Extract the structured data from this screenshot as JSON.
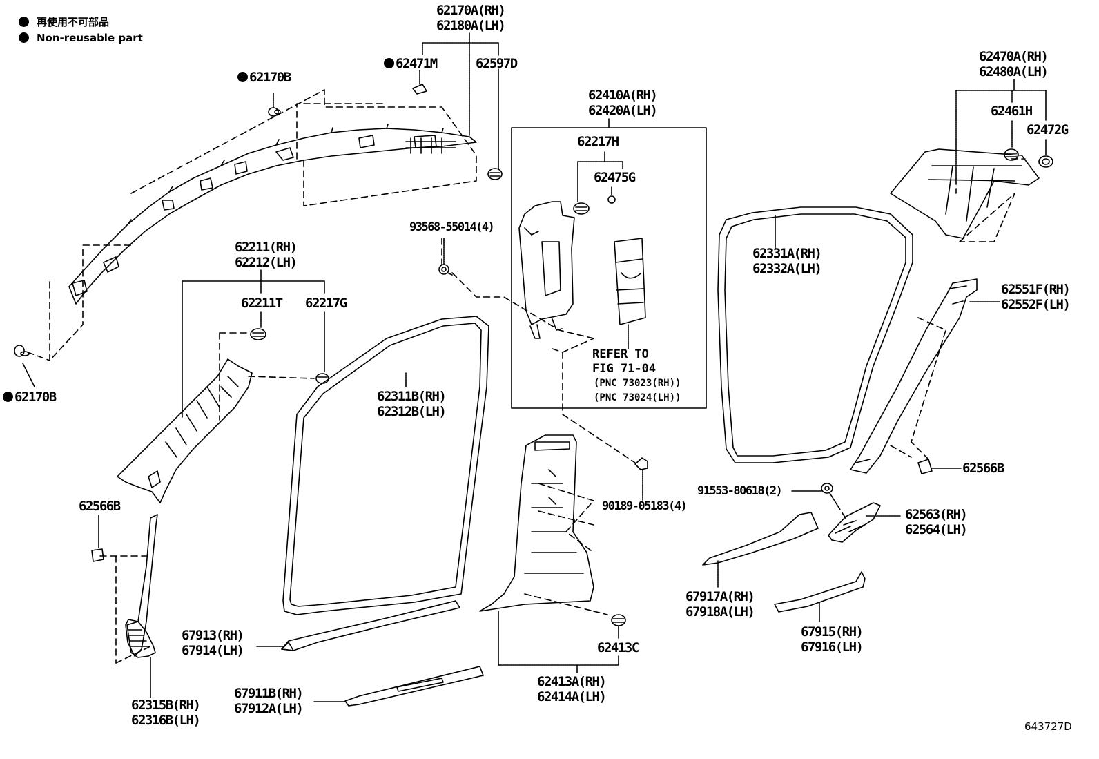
{
  "legend": {
    "items": [
      {
        "symbol": "filled-circle",
        "text": "再使用不可部品"
      },
      {
        "symbol": "filled-circle",
        "text": "Non-reusable part"
      }
    ]
  },
  "figure_number": "643727D",
  "reference_note": {
    "line1": "REFER TO",
    "line2": "FIG 71-04",
    "line3": "(PNC 73023(RH))",
    "line4": "(PNC 73024(LH))"
  },
  "parts": {
    "p62170A": {
      "lines": [
        "62170A(RH)",
        "62180A(LH)"
      ],
      "non_reusable": false
    },
    "p62471M": {
      "lines": [
        "62471M"
      ],
      "non_reusable": true
    },
    "p62597D": {
      "lines": [
        "62597D"
      ],
      "non_reusable": false
    },
    "p62170B_top": {
      "lines": [
        "62170B"
      ],
      "non_reusable": true
    },
    "p62170B_left": {
      "lines": [
        "62170B"
      ],
      "non_reusable": true
    },
    "p62410A": {
      "lines": [
        "62410A(RH)",
        "62420A(LH)"
      ],
      "non_reusable": false
    },
    "p62217H": {
      "lines": [
        "62217H"
      ],
      "non_reusable": false
    },
    "p62475G": {
      "lines": [
        "62475G"
      ],
      "non_reusable": false
    },
    "p62470A": {
      "lines": [
        "62470A(RH)",
        "62480A(LH)"
      ],
      "non_reusable": false
    },
    "p62461H": {
      "lines": [
        "62461H"
      ],
      "non_reusable": false
    },
    "p62472G": {
      "lines": [
        "62472G"
      ],
      "non_reusable": false
    },
    "p93568": {
      "lines": [
        "93568-55014(4)"
      ],
      "non_reusable": false
    },
    "p62211": {
      "lines": [
        "62211(RH)",
        "62212(LH)"
      ],
      "non_reusable": false
    },
    "p62211T": {
      "lines": [
        "62211T"
      ],
      "non_reusable": false
    },
    "p62217G": {
      "lines": [
        "62217G"
      ],
      "non_reusable": false
    },
    "p62331A": {
      "lines": [
        "62331A(RH)",
        "62332A(LH)"
      ],
      "non_reusable": false
    },
    "p62551F": {
      "lines": [
        "62551F(RH)",
        "62552F(LH)"
      ],
      "non_reusable": false
    },
    "p62311B": {
      "lines": [
        "62311B(RH)",
        "62312B(LH)"
      ],
      "non_reusable": false
    },
    "p62566B_right": {
      "lines": [
        "62566B"
      ],
      "non_reusable": false
    },
    "p62566B_left": {
      "lines": [
        "62566B"
      ],
      "non_reusable": false
    },
    "p91553": {
      "lines": [
        "91553-80618(2)"
      ],
      "non_reusable": false
    },
    "p90189": {
      "lines": [
        "90189-05183(4)"
      ],
      "non_reusable": false
    },
    "p62563": {
      "lines": [
        "62563(RH)",
        "62564(LH)"
      ],
      "non_reusable": false
    },
    "p67917A": {
      "lines": [
        "67917A(RH)",
        "67918A(LH)"
      ],
      "non_reusable": false
    },
    "p67915": {
      "lines": [
        "67915(RH)",
        "67916(LH)"
      ],
      "non_reusable": false
    },
    "p67913": {
      "lines": [
        "67913(RH)",
        "67914(LH)"
      ],
      "non_reusable": false
    },
    "p62413C": {
      "lines": [
        "62413C"
      ],
      "non_reusable": false
    },
    "p62413A": {
      "lines": [
        "62413A(RH)",
        "62414A(LH)"
      ],
      "non_reusable": false
    },
    "p67911B": {
      "lines": [
        "67911B(RH)",
        "67912A(LH)"
      ],
      "non_reusable": false
    },
    "p62315B": {
      "lines": [
        "62315B(RH)",
        "62316B(LH)"
      ],
      "non_reusable": false
    }
  }
}
